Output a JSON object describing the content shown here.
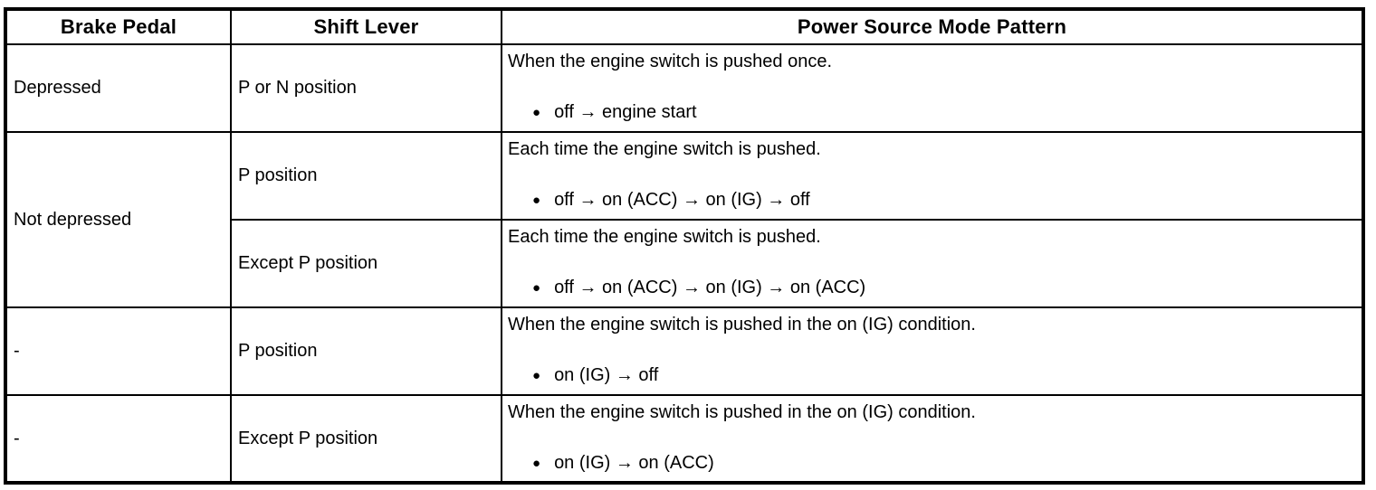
{
  "table": {
    "headers": [
      "Brake Pedal",
      "Shift Lever",
      "Power Source Mode Pattern"
    ],
    "bullet_icon": "●",
    "rows": [
      {
        "brake_pedal": "Depressed",
        "shift_lever": "P or N position",
        "pattern_condition": "When the engine switch is pushed once.",
        "pattern_sequence": "off → engine start"
      },
      {
        "brake_pedal": "Not depressed",
        "shift_lever": "P position",
        "pattern_condition": "Each time the engine switch is pushed.",
        "pattern_sequence": "off → on (ACC) → on (IG) → off"
      },
      {
        "shift_lever": "Except P position",
        "pattern_condition": "Each time the engine switch is pushed.",
        "pattern_sequence": "off → on (ACC) → on (IG) → on (ACC)"
      },
      {
        "brake_pedal": "-",
        "shift_lever": "P position",
        "pattern_condition": "When the engine switch is pushed in the on (IG) condition.",
        "pattern_sequence": "on (IG) → off"
      },
      {
        "brake_pedal": "-",
        "shift_lever": "Except P position",
        "pattern_condition": "When the engine switch is pushed in the on (IG) condition.",
        "pattern_sequence": "on (IG) → on (ACC)"
      }
    ]
  }
}
